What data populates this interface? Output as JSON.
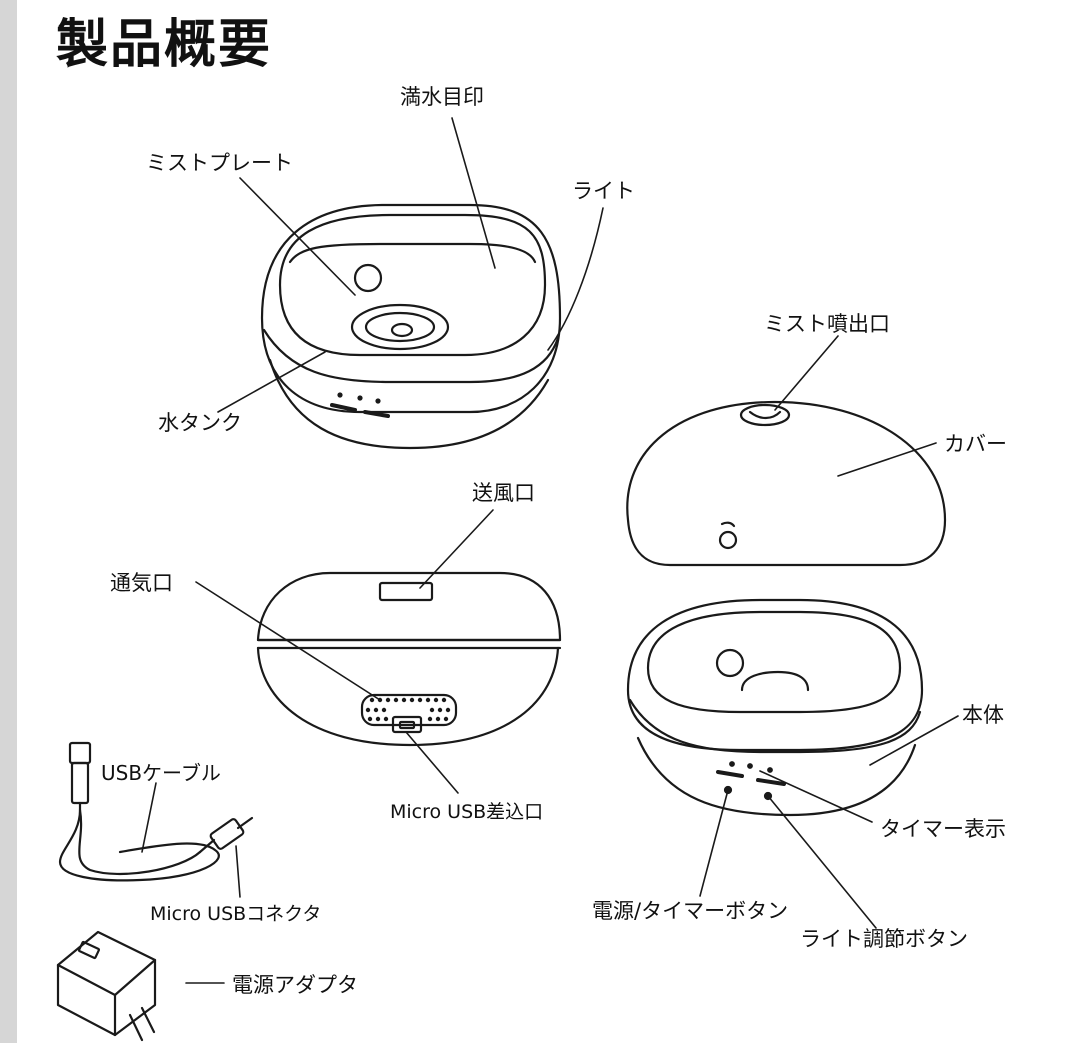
{
  "title": "製品概要",
  "labels": {
    "water_full_mark": "満水目印",
    "mist_plate": "ミストプレート",
    "light": "ライト",
    "water_tank": "水タンク",
    "mist_outlet": "ミスト噴出口",
    "cover": "カバー",
    "air_outlet": "送風口",
    "vent": "通気口",
    "micro_usb_port": "Micro USB差込口",
    "usb_cable": "USBケーブル",
    "micro_usb_connector": "Micro USBコネクタ",
    "power_adapter": "電源アダプタ",
    "main_body": "本体",
    "timer_display": "タイマー表示",
    "power_timer_button": "電源/タイマーボタン",
    "light_button": "ライト調節ボタン"
  },
  "colors": {
    "line": "#1a1a1a",
    "sidebar": "#d6d6d6"
  }
}
